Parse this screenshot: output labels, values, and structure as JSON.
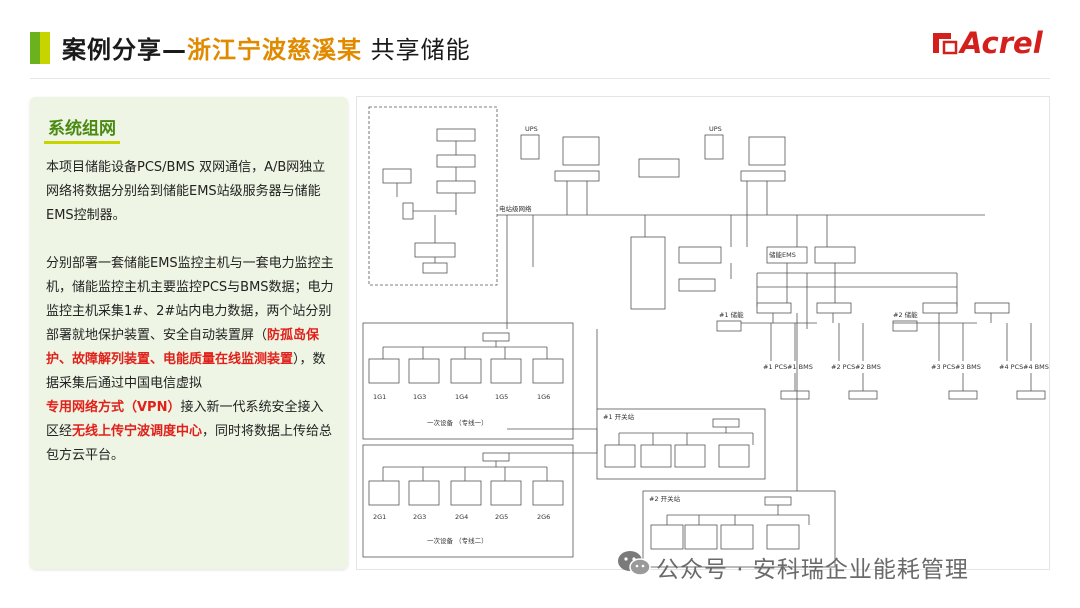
{
  "header": {
    "title_prefix": "案例分享—",
    "title_highlight": "浙江宁波慈溪某",
    "title_suffix": " 共享储能",
    "logo_text": "Acrel"
  },
  "left_panel": {
    "section_title": "系统组网",
    "para1": "本项目储能设备PCS/BMS 双网通信，A/B网独立网络将数据分别给到储能EMS站级服务器与储能EMS控制器。",
    "para2_a": "分别部署一套储能EMS监控主机与一套电力监控主机，储能监控主机主要监控PCS与BMS数据；电力监控主机采集1#、2#站内电力数据，两个站分别部署就地保护装置、安全自动装置屏（",
    "para2_red1": "防孤岛保护、故障解列装置、电能质量在线监测装置",
    "para2_b": "），数据采集后通过中国电信虚拟",
    "para2_red2": "专用网络方式（VPN）",
    "para2_c": "接入新一代系统安全接入区经",
    "para2_red3": "无线上传宁波调度中心",
    "para2_d": "，同时将数据上传给总包方云平台。"
  },
  "diagram": {
    "ups_left": "UPS",
    "ups_right": "UPS",
    "ems_label": "储能EMS",
    "bus_label": "电站级网络",
    "bottom_left_1": "一次设备 （专线一）",
    "bottom_left_2": "一次设备 （专线二）",
    "row1_devices": [
      "1G1",
      "1G3",
      "1G4",
      "1G5",
      "1G6"
    ],
    "row2_devices": [
      "2G1",
      "2G3",
      "2G4",
      "2G5",
      "2G6"
    ],
    "site1_label": "#1 开关站",
    "site2_label": "#2 开关站",
    "storage1_label": "#1 储能",
    "storage2_label": "#2 储能",
    "pcs_bms": [
      "#1 PCS",
      "#1 BMS",
      "#2 PCS",
      "#2 BMS",
      "#3 PCS",
      "#3 BMS",
      "#4 PCS",
      "#4 BMS"
    ]
  },
  "watermark": {
    "text": "公众号 · 安科瑞企业能耗管理"
  },
  "colors": {
    "accent_green": "#6ab31f",
    "accent_yellow": "#c8d400",
    "title_orange": "#e08a00",
    "alert_red": "#e0211b",
    "logo_red": "#d4201c"
  }
}
